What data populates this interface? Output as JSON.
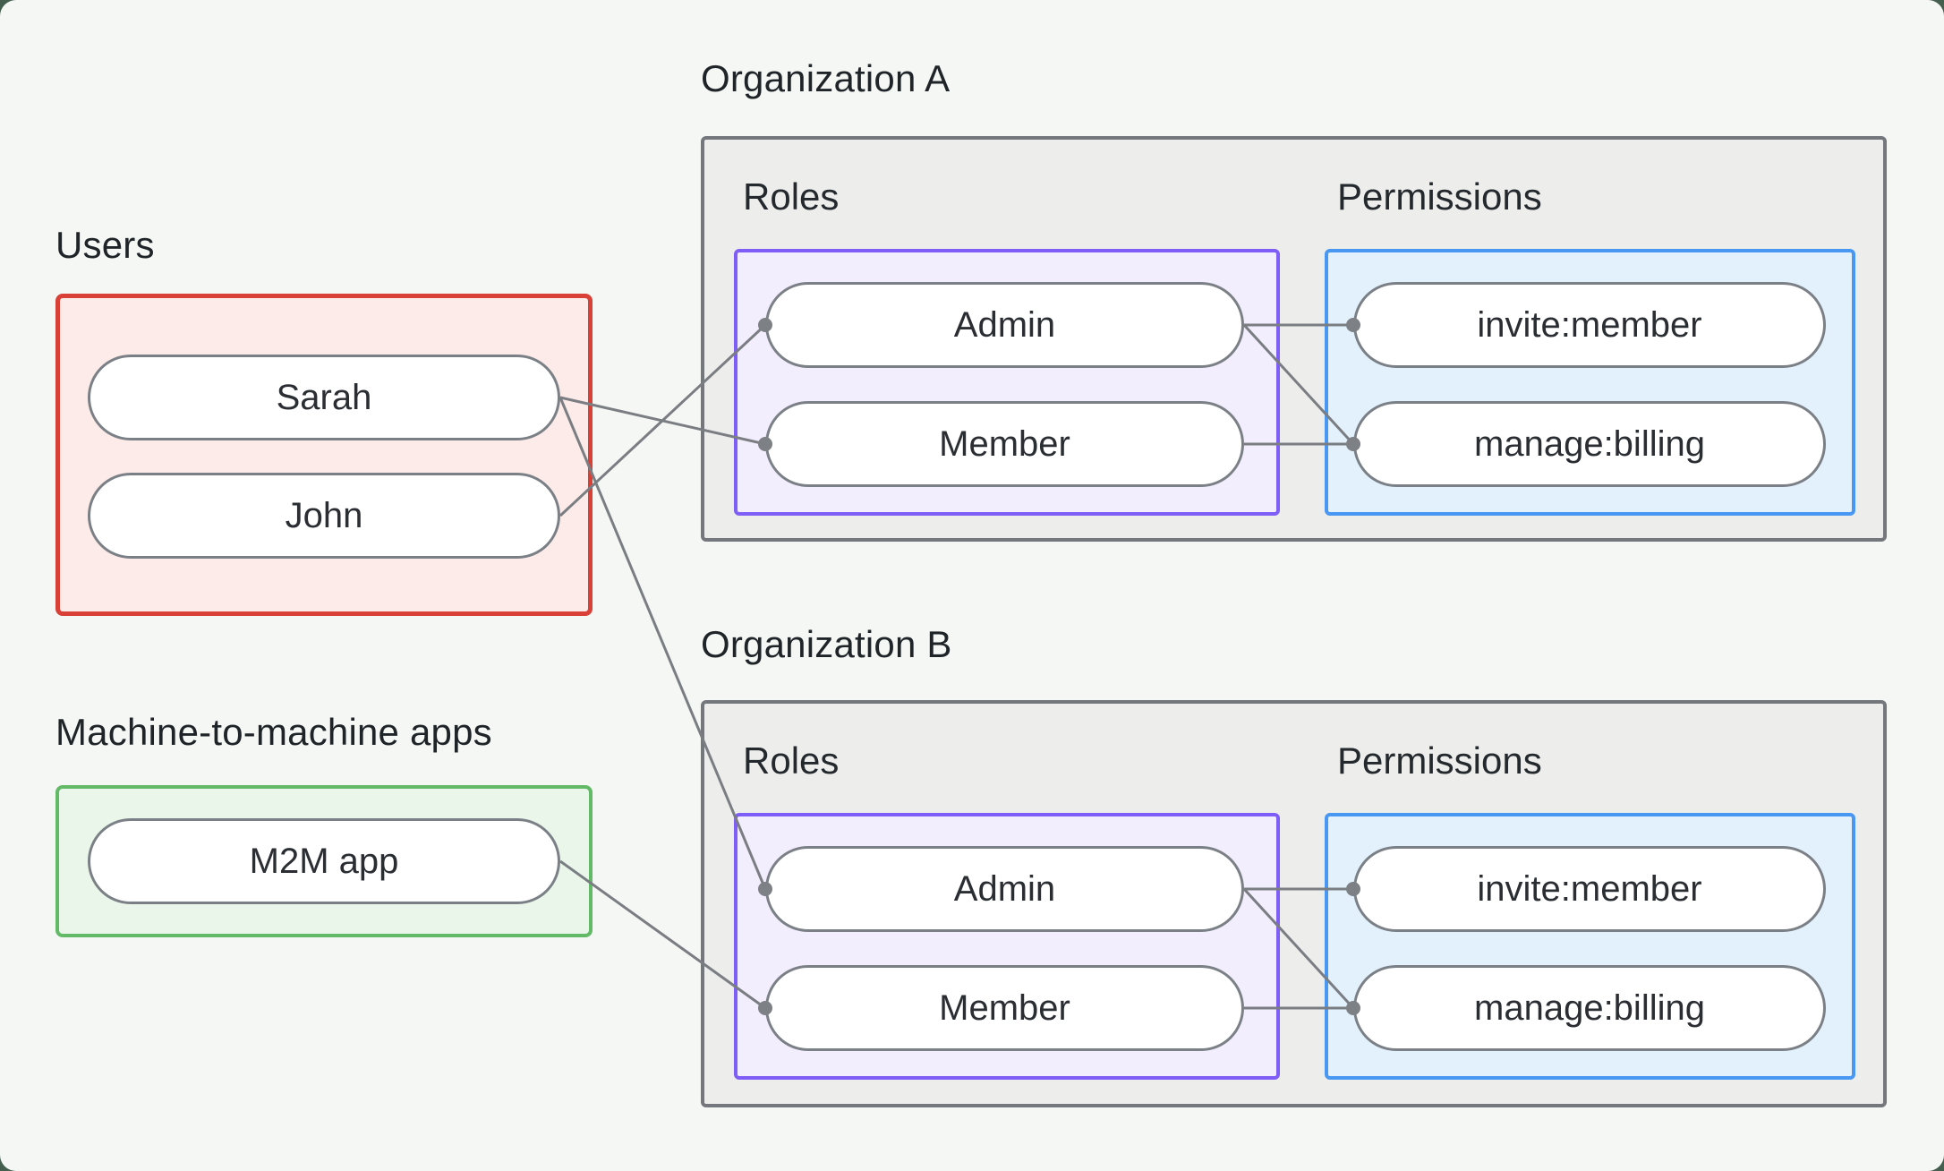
{
  "users_section": {
    "label": "Users",
    "users": [
      {
        "id": "sarah",
        "label": "Sarah"
      },
      {
        "id": "john",
        "label": "John"
      }
    ]
  },
  "m2m_section": {
    "label": "Machine-to-machine apps",
    "apps": [
      {
        "id": "m2m",
        "label": "M2M app"
      }
    ]
  },
  "organizations": [
    {
      "label": "Organization A",
      "roles_label": "Roles",
      "permissions_label": "Permissions",
      "roles": [
        {
          "id": "admin_a",
          "label": "Admin"
        },
        {
          "id": "member_a",
          "label": "Member"
        }
      ],
      "permissions": [
        {
          "id": "invite_a",
          "label": "invite:member"
        },
        {
          "id": "manage_a",
          "label": "manage:billing"
        }
      ]
    },
    {
      "label": "Organization B",
      "roles_label": "Roles",
      "permissions_label": "Permissions",
      "roles": [
        {
          "id": "admin_b",
          "label": "Admin"
        },
        {
          "id": "member_b",
          "label": "Member"
        }
      ],
      "permissions": [
        {
          "id": "invite_b",
          "label": "invite:member"
        },
        {
          "id": "manage_b",
          "label": "manage:billing"
        }
      ]
    }
  ],
  "connections": [
    {
      "from": "sarah",
      "to": "member_a"
    },
    {
      "from": "john",
      "to": "admin_a"
    },
    {
      "from": "sarah",
      "to": "admin_b"
    },
    {
      "from": "m2m",
      "to": "member_b"
    },
    {
      "from": "admin_a",
      "to": "invite_a"
    },
    {
      "from": "admin_a",
      "to": "manage_a"
    },
    {
      "from": "member_a",
      "to": "manage_a"
    },
    {
      "from": "admin_b",
      "to": "invite_b"
    },
    {
      "from": "admin_b",
      "to": "manage_b"
    },
    {
      "from": "member_b",
      "to": "manage_b"
    }
  ],
  "colors": {
    "page_background": "#455f4e",
    "panel_background": "#f5f7f5",
    "users_border": "#d94036",
    "users_fill": "#fcebe8",
    "m2m_border": "#62b966",
    "m2m_fill": "#e9f6e9",
    "org_border": "#74787c",
    "org_fill": "#ededec",
    "roles_border": "#7e5ef6",
    "roles_fill": "#f3eefd",
    "permissions_border": "#4897f2",
    "permissions_fill": "#e3f1fd",
    "connector_line": "#7a7e83",
    "connector_dot": "#7d8185",
    "pill_border": "#7b8086"
  }
}
